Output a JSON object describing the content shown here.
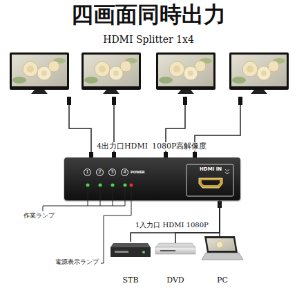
{
  "diagram": {
    "title": "四画面同時出力",
    "nodes": [
      {
        "text": [
          "1",
          "2",
          "3",
          "4",
          "POWER",
          "HDMI IN"
        ]
      },
      {
        "text": [
          "STB"
        ]
      },
      {
        "text": [
          "DVD"
        ]
      },
      {
        "text": [
          "PC"
        ]
      }
    ],
    "edges": [
      {
        "from": 1,
        "to": 0,
        "arrow": "none"
      },
      {
        "from": 2,
        "to": 0,
        "arrow": "none"
      },
      {
        "from": 3,
        "to": 0,
        "arrow": "none"
      }
    ],
    "labels": [
      "HDMI Splitter 1x4",
      "4出力口HDMI",
      "1080P高解像度",
      "作業ランプ",
      "1入力口 HDMI 1080P",
      "電源表示ランプ"
    ]
  }
}
